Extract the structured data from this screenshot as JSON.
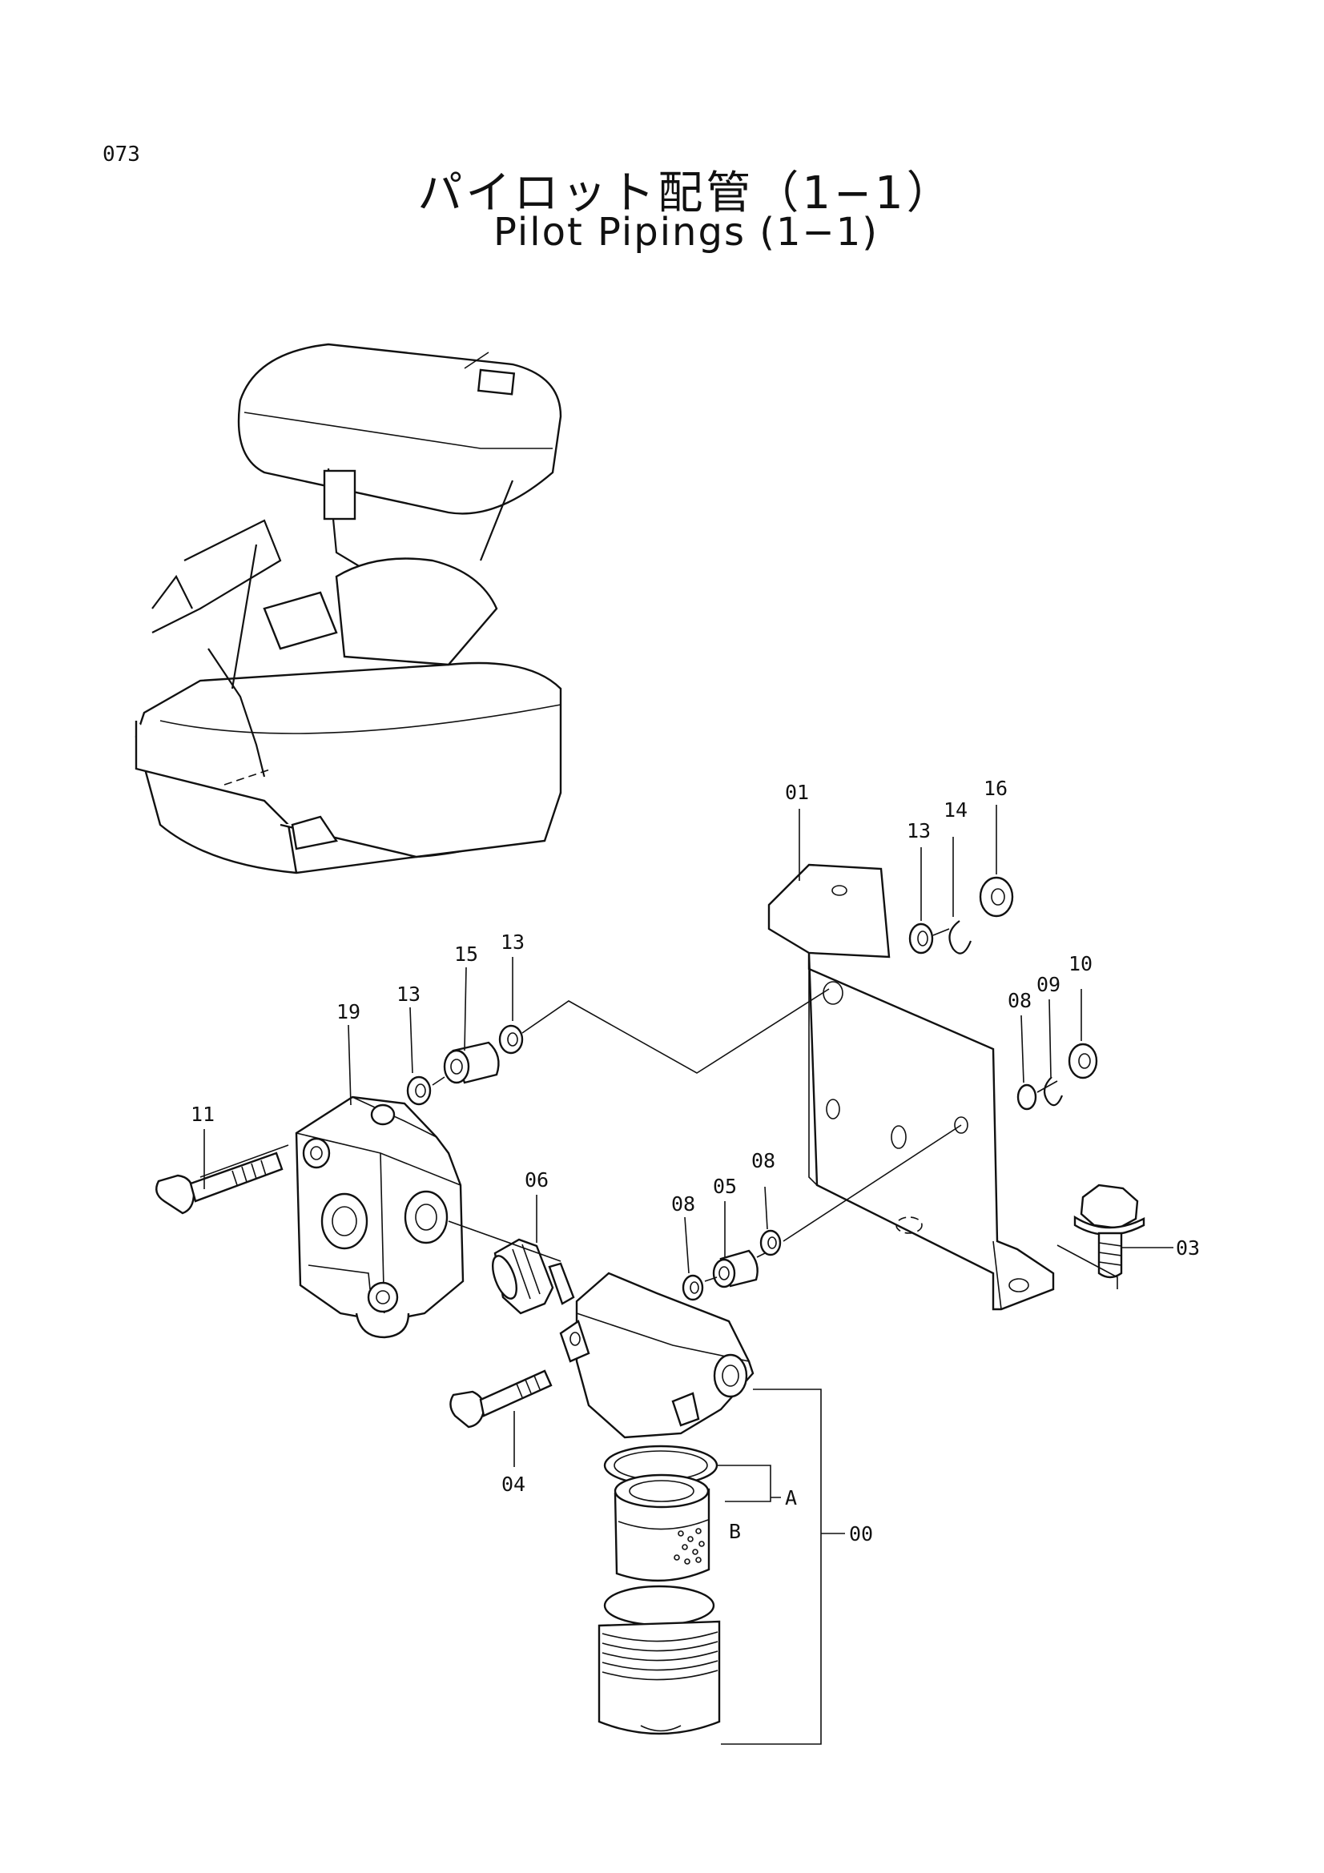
{
  "page": {
    "number": "073",
    "title_jp": "パイロット配管（1−1）",
    "title_en": "Pilot Pipings (1−1)"
  },
  "callouts": [
    "01",
    "13",
    "14",
    "16",
    "13",
    "15",
    "13",
    "19",
    "08",
    "09",
    "10",
    "11",
    "06",
    "08",
    "05",
    "08",
    "03",
    "04",
    "A",
    "B",
    "00"
  ]
}
